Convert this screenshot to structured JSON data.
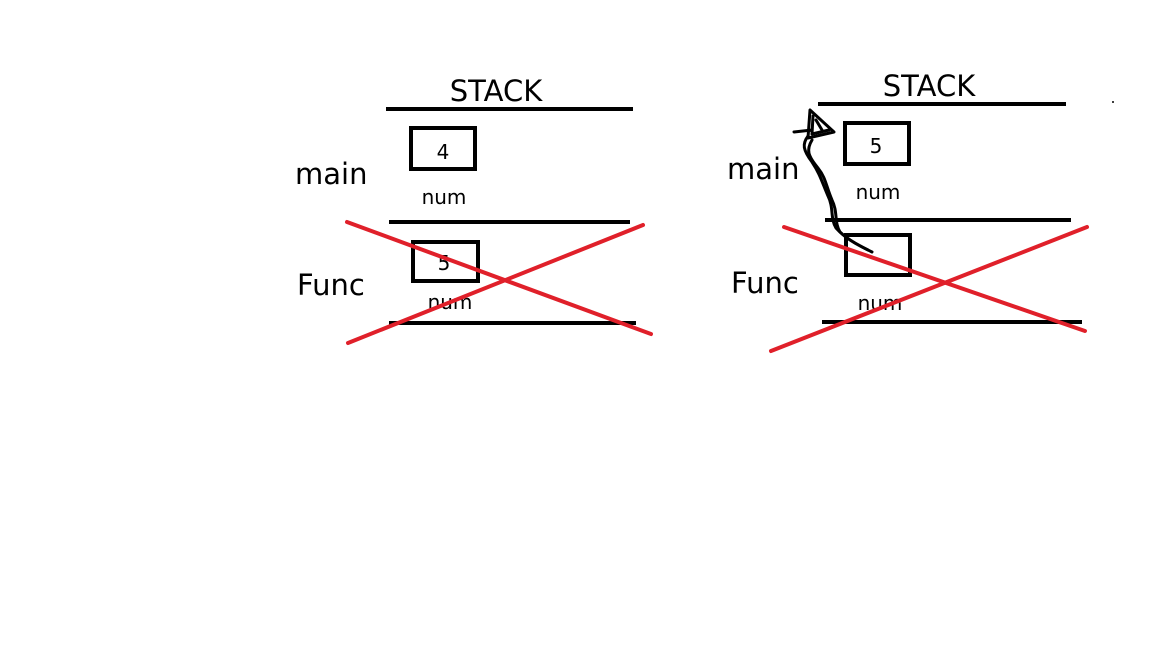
{
  "colors": {
    "ink": "#000000",
    "cross": "#e0202a",
    "background": "#ffffff"
  },
  "left_diagram": {
    "title": "STACK",
    "frames": [
      {
        "label": "main",
        "box_value": "4",
        "var_label": "num",
        "crossed": false
      },
      {
        "label": "Func",
        "box_value": "5",
        "var_label": "num",
        "crossed": true
      }
    ]
  },
  "right_diagram": {
    "title": "STACK",
    "frames": [
      {
        "label": "main",
        "box_value": "5",
        "var_label": "num",
        "crossed": false
      },
      {
        "label": "Func",
        "box_value": "",
        "var_label": "num",
        "crossed": true
      }
    ],
    "has_pointer_arrow": true
  }
}
